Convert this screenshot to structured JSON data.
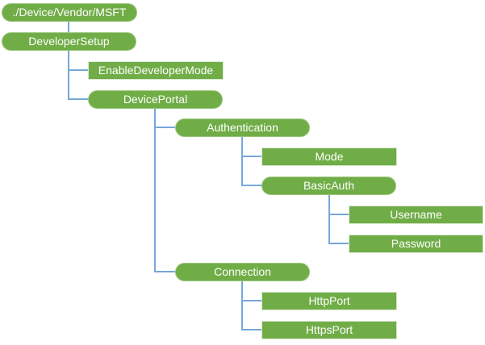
{
  "diagram": {
    "type": "tree",
    "colors": {
      "node_fill": "#70AD47",
      "pill_border": "#9CC77E",
      "rect_border": "#DCE9D3",
      "connector": "#74A7D8",
      "text": "#FFFFFF",
      "background": "#FFFFFF"
    },
    "nodes": [
      {
        "label": "./Device/Vendor/MSFT",
        "shape": "rounded",
        "level": 0,
        "parent": null
      },
      {
        "label": "DeveloperSetup",
        "shape": "rounded",
        "level": 1,
        "parent": "./Device/Vendor/MSFT"
      },
      {
        "label": "EnableDeveloperMode",
        "shape": "rect",
        "level": 2,
        "parent": "DeveloperSetup"
      },
      {
        "label": "DevicePortal",
        "shape": "rounded",
        "level": 2,
        "parent": "DeveloperSetup"
      },
      {
        "label": "Authentication",
        "shape": "rounded",
        "level": 3,
        "parent": "DevicePortal"
      },
      {
        "label": "Mode",
        "shape": "rect",
        "level": 4,
        "parent": "Authentication"
      },
      {
        "label": "BasicAuth",
        "shape": "rounded",
        "level": 4,
        "parent": "Authentication"
      },
      {
        "label": "Username",
        "shape": "rect",
        "level": 5,
        "parent": "BasicAuth"
      },
      {
        "label": "Password",
        "shape": "rect",
        "level": 5,
        "parent": "BasicAuth"
      },
      {
        "label": "Connection",
        "shape": "rounded",
        "level": 3,
        "parent": "DevicePortal"
      },
      {
        "label": "HttpPort",
        "shape": "rect",
        "level": 4,
        "parent": "Connection"
      },
      {
        "label": "HttpsPort",
        "shape": "rect",
        "level": 4,
        "parent": "Connection"
      }
    ]
  }
}
